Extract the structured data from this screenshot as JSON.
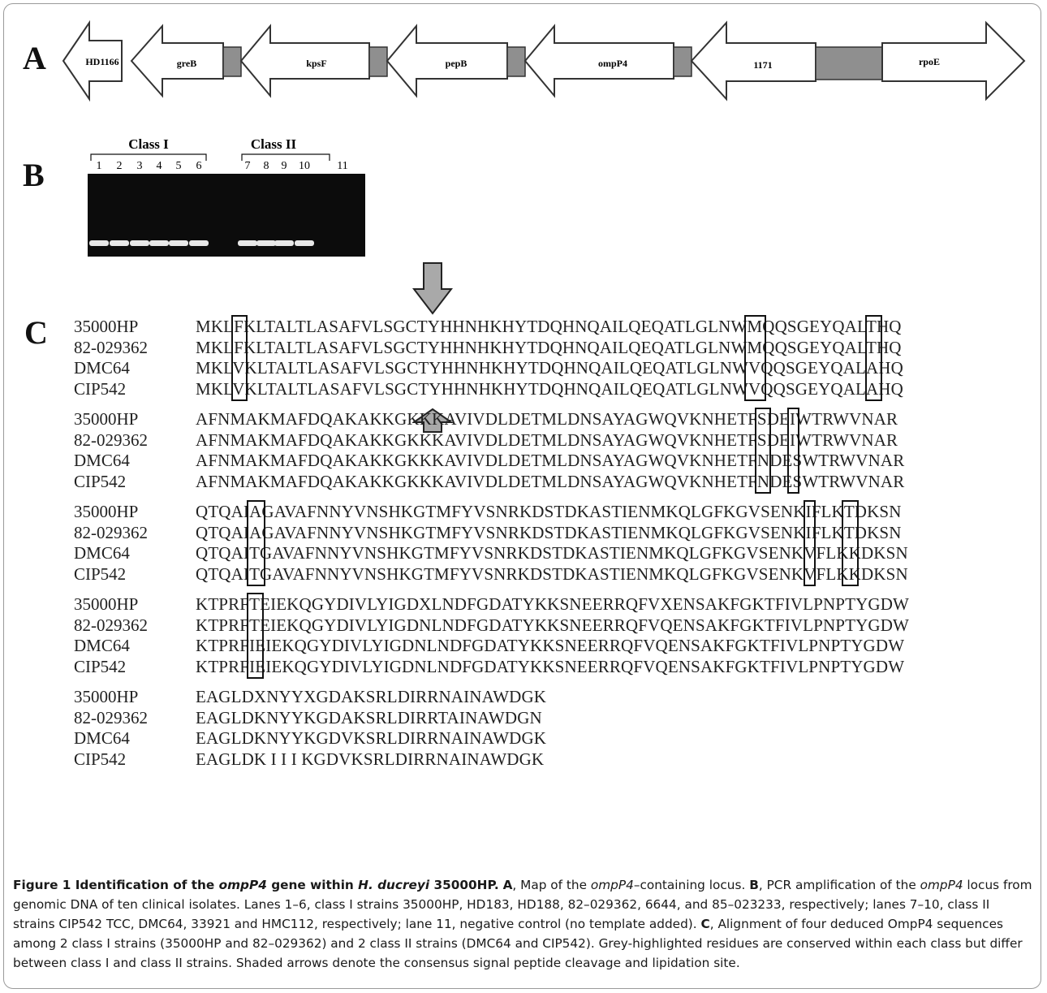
{
  "panels": {
    "a": "A",
    "b": "B",
    "c": "C"
  },
  "gene_map": {
    "genes": [
      "HD1166",
      "greB",
      "kpsF",
      "pepB",
      "ompP4",
      "1171",
      "rpoE"
    ]
  },
  "gel": {
    "class_i_label": "Class I",
    "class_ii_label": "Class II",
    "lanes": [
      "1",
      "2",
      "3",
      "4",
      "5",
      "6",
      "7",
      "8",
      "9",
      "10",
      "11"
    ]
  },
  "alignment": {
    "blocks": [
      {
        "rows": [
          {
            "strain": "35000HP",
            "seq": "MKLFKLTALTLASAFVLSGCTYHHNHKHYTDQHNQAILQEQATLGLNWMQQSGEYQALTHQ"
          },
          {
            "strain": "82-029362",
            "seq": "MKLFKLTALTLASAFVLSGCTYHHNHKHYTDQHNQAILQEQATLGLNWMQQSGEYQALTHQ"
          },
          {
            "strain": "DMC64",
            "seq": "MKLVKLTALTLASAFVLSGCTYHHNHKHYTDQHNQAILQEQATLGLNWVQQSGEYQALAHQ"
          },
          {
            "strain": "CIP542",
            "seq": "MKLVKLTALTLASAFVLSGCTYHHNHKHYTDQHNQAILQEQATLGLNWVQQSGEYQALAHQ"
          }
        ],
        "highlight_cols": [
          3,
          48,
          58
        ]
      },
      {
        "rows": [
          {
            "strain": "35000HP",
            "seq": "AFNMAKMAFDQAKAKKGKKKAVIVDLDETMLDNSAYAGWQVKNHETFSDEIWTRWVNAR"
          },
          {
            "strain": "82-029362",
            "seq": "AFNMAKMAFDQAKAKKGKKKAVIVDLDETMLDNSAYAGWQVKNHETFSDEIWTRWVNAR"
          },
          {
            "strain": "DMC64",
            "seq": "AFNMAKMAFDQAKAKKGKKKAVIVDLDETMLDNSAYAGWQVKNHETFNDESWTRWVNAR"
          },
          {
            "strain": "CIP542",
            "seq": "AFNMAKMAFDQAKAKKGKKKAVIVDLDETMLDNSAYAGWQVKNHETFNDESWTRWVNAR"
          }
        ],
        "highlight_cols": [
          47,
          50
        ]
      },
      {
        "rows": [
          {
            "strain": "35000HP",
            "seq": "QTQAIAGAVAFNNYVNSHKGTMFYVSNRKDSTDKASTIENMKQLGFKGVSENKIFLKTDKSN"
          },
          {
            "strain": "82-029362",
            "seq": "QTQAIAGAVAFNNYVNSHKGTMFYVSNRKDSTDKASTIENMKQLGFKGVSENKIFLKTDKSN"
          },
          {
            "strain": "DMC64",
            "seq": "QTQAITGAVAFNNYVNSHKGTMFYVSNRKDSTDKASTIENMKQLGFKGVSENKVFLKKDKSN"
          },
          {
            "strain": "CIP542",
            "seq": "QTQAITGAVAFNNYVNSHKGTMFYVSNRKDSTDKASTIENMKQLGFKGVSENKVFLKKDKSN"
          }
        ],
        "highlight_cols": [
          5,
          53,
          57
        ]
      },
      {
        "rows": [
          {
            "strain": "35000HP",
            "seq": "KTPRFTEIEKQGYDIVLYIGDXLNDFGDATYKKSNEERRQFVXENSAKFGKTFIVLPNPTYGDW"
          },
          {
            "strain": "82-029362",
            "seq": "KTPRFTEIEKQGYDIVLYIGDNLNDFGDATYKKSNEERRQFVQENSAKFGKTFIVLPNPTYGDW"
          },
          {
            "strain": "DMC64",
            "seq": "KTPRFIEIEKQGYDIVLYIGDNLNDFGDATYKKSNEERRQFVQENSAKFGKTFIVLPNPTYGDW"
          },
          {
            "strain": "CIP542",
            "seq": "KTPRFIEIEKQGYDIVLYIGDNLNDFGDATYKKSNEERRQFVQENSAKFGKTFIVLPNPTYGDW"
          }
        ],
        "highlight_cols": [
          5
        ]
      },
      {
        "rows": [
          {
            "strain": "35000HP",
            "seq": "EAGLDXNYYXGDAKSRLDIRRNAINAWDGK"
          },
          {
            "strain": "82-029362",
            "seq": "EAGLDKNYYKGDAKSRLDIRRTAINAWDGN"
          },
          {
            "strain": "DMC64",
            "seq": "EAGLDKNYYKGDVKSRLDIRRNAINAWDGK"
          },
          {
            "strain": "CIP542",
            "seq": "EAGLDK I I I KGDVKSRLDIRRNAINAWDGK"
          }
        ],
        "highlight_cols": []
      }
    ]
  },
  "caption": {
    "title_prefix": "Figure 1 Identification of the ",
    "title_gene": "ompP4",
    "title_mid": " gene within ",
    "title_species": "H. ducreyi",
    "title_suffix": " 35000HP.",
    "a_label": "A",
    "a_text_1": ", Map of the ",
    "a_gene": "ompP4",
    "a_text_2": "–containing locus.",
    "b_label": "B",
    "b_text_1": ", PCR amplification of the ",
    "b_gene": "ompP4",
    "b_text_2": " locus from genomic DNA of ten clinical isolates. Lanes 1–6, class I strains 35000HP, HD183, HD188, 82–029362, 6644, and 85–023233, respectively; lanes 7–10, class II strains CIP542 TCC, DMC64, 33921 and HMC112, respectively; lane 11, negative control (no template added).",
    "c_label": "C",
    "c_text": ", Alignment of four deduced OmpP4 sequences among 2 class I strains (35000HP and 82–029362) and 2 class II strains (DMC64 and CIP542). Grey-highlighted residues are conserved within each class but differ between class I and class II strains. Shaded arrows denote the consensus signal peptide cleavage and lipidation site."
  },
  "colors": {
    "arrow_fill": "#ffffff",
    "arrow_stroke": "#333333",
    "box_fill": "#8f8f8f",
    "highlight": "#8c8c8c",
    "shaded_arrow": "#a9a9a9"
  }
}
